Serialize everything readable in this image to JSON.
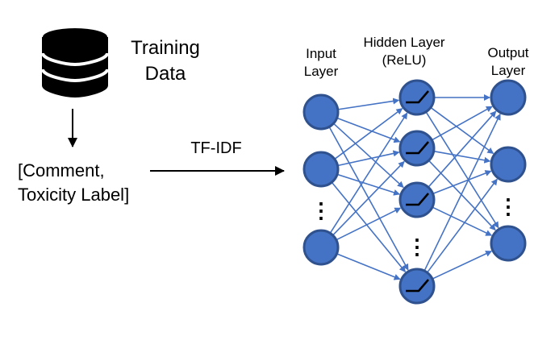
{
  "database": {
    "label_line1": "Training",
    "label_line2": "Data"
  },
  "record": {
    "line1": "[Comment,",
    "line2": "Toxicity Label]"
  },
  "transform_label": "TF-IDF",
  "network": {
    "input_layer": {
      "line1": "Input",
      "line2": "Layer"
    },
    "hidden_layer": {
      "line1": "Hidden Layer",
      "line2": "(ReLU)"
    },
    "output_layer": {
      "line1": "Output",
      "line2": "Layer"
    },
    "ellipsis": "⋮"
  },
  "colors": {
    "node_fill": "#4472C4",
    "node_stroke": "#2F528F",
    "edge": "#4472C4",
    "ink": "#000000"
  },
  "icons": {
    "database": "database-icon",
    "activation": "relu-activation-icon"
  }
}
